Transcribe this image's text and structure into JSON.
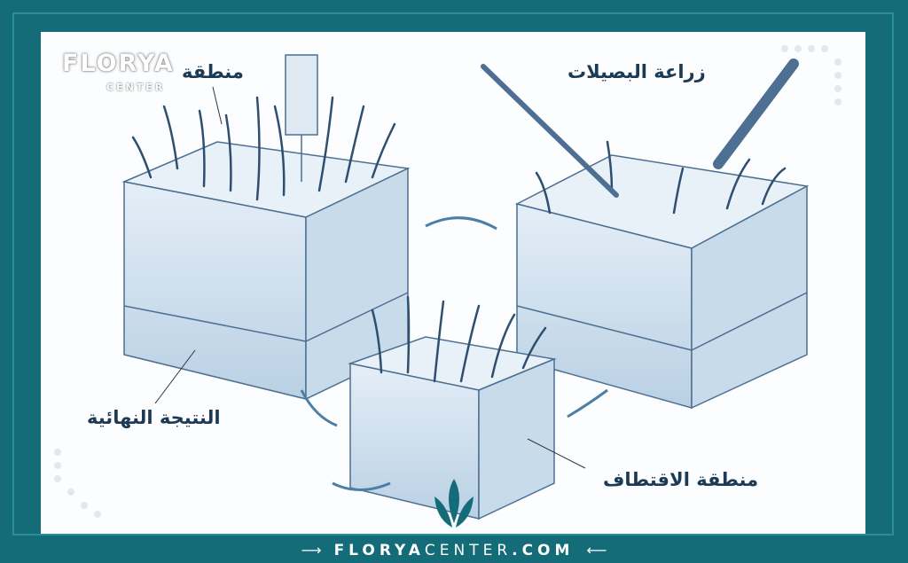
{
  "labels": {
    "recipient_area": "منطقة",
    "graft_implantation": "زراعة البصيلات",
    "final_result": "النتيجة النهائية",
    "extraction_area": "منطقة الاقتطاف"
  },
  "logo": {
    "name": "FLORYA",
    "sub": "CENTER"
  },
  "footer": {
    "site_bold": "FLORYA",
    "site_light": "CENTER",
    "site_tld": ".COM"
  },
  "colors": {
    "frame": "#136c77",
    "skin": "#cfe0ee",
    "ink": "#1d3a55"
  }
}
